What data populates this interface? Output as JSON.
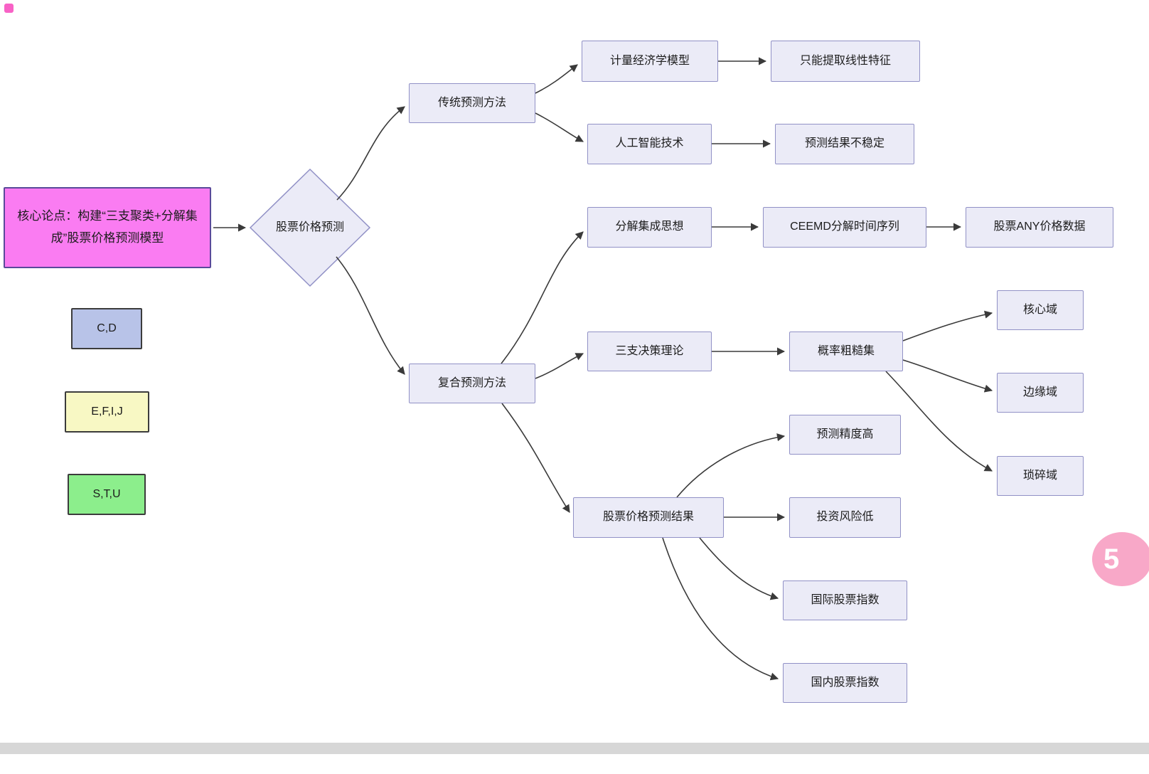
{
  "core_box": {
    "label": "核心论点：构建“三支聚类+分解集成”股票价格预测模型"
  },
  "legend": {
    "cd": "C,D",
    "efij": "E,F,I,J",
    "stu": "S,T,U"
  },
  "diamond": {
    "label": "股票价格预测"
  },
  "nodes": {
    "traditional": "传统预测方法",
    "econometric": "计量经济学模型",
    "linear_only": "只能提取线性特征",
    "ai": "人工智能技术",
    "unstable": "预测结果不稳定",
    "composite": "复合预测方法",
    "decomposition": "分解集成思想",
    "ceemd": "CEEMD分解时间序列",
    "any_price": "股票ANY价格数据",
    "three_way": "三支决策理论",
    "rough_set": "概率粗糙集",
    "core_domain": "核心域",
    "boundary_domain": "边缘域",
    "trivial_domain": "琐碎域",
    "results": "股票价格预测结果",
    "high_accuracy": "预测精度高",
    "low_risk": "投资风险低",
    "international_index": "国际股票指数",
    "domestic_index": "国内股票指数"
  },
  "edges": [
    {
      "from": "core_box",
      "to": "diamond"
    },
    {
      "from": "diamond",
      "to": "traditional"
    },
    {
      "from": "traditional",
      "to": "econometric"
    },
    {
      "from": "traditional",
      "to": "ai"
    },
    {
      "from": "econometric",
      "to": "linear_only"
    },
    {
      "from": "ai",
      "to": "unstable"
    },
    {
      "from": "diamond",
      "to": "composite"
    },
    {
      "from": "composite",
      "to": "decomposition"
    },
    {
      "from": "decomposition",
      "to": "ceemd"
    },
    {
      "from": "ceemd",
      "to": "any_price"
    },
    {
      "from": "composite",
      "to": "three_way"
    },
    {
      "from": "three_way",
      "to": "rough_set"
    },
    {
      "from": "rough_set",
      "to": "core_domain"
    },
    {
      "from": "rough_set",
      "to": "boundary_domain"
    },
    {
      "from": "rough_set",
      "to": "trivial_domain"
    },
    {
      "from": "composite",
      "to": "results"
    },
    {
      "from": "results",
      "to": "high_accuracy"
    },
    {
      "from": "results",
      "to": "low_risk"
    },
    {
      "from": "results",
      "to": "international_index"
    },
    {
      "from": "results",
      "to": "domestic_index"
    }
  ],
  "badge": {
    "label": "5"
  },
  "colors": {
    "core_box_fill": "#fa7cf2",
    "node_fill": "#ebebf7",
    "node_border": "#9191c6",
    "legend_cd_fill": "#b8c3e8",
    "legend_efij_fill": "#f8f8c4",
    "legend_stu_fill": "#8cee8c",
    "arrow": "#3a3a3a",
    "badge_fill": "#f8a8c8"
  }
}
